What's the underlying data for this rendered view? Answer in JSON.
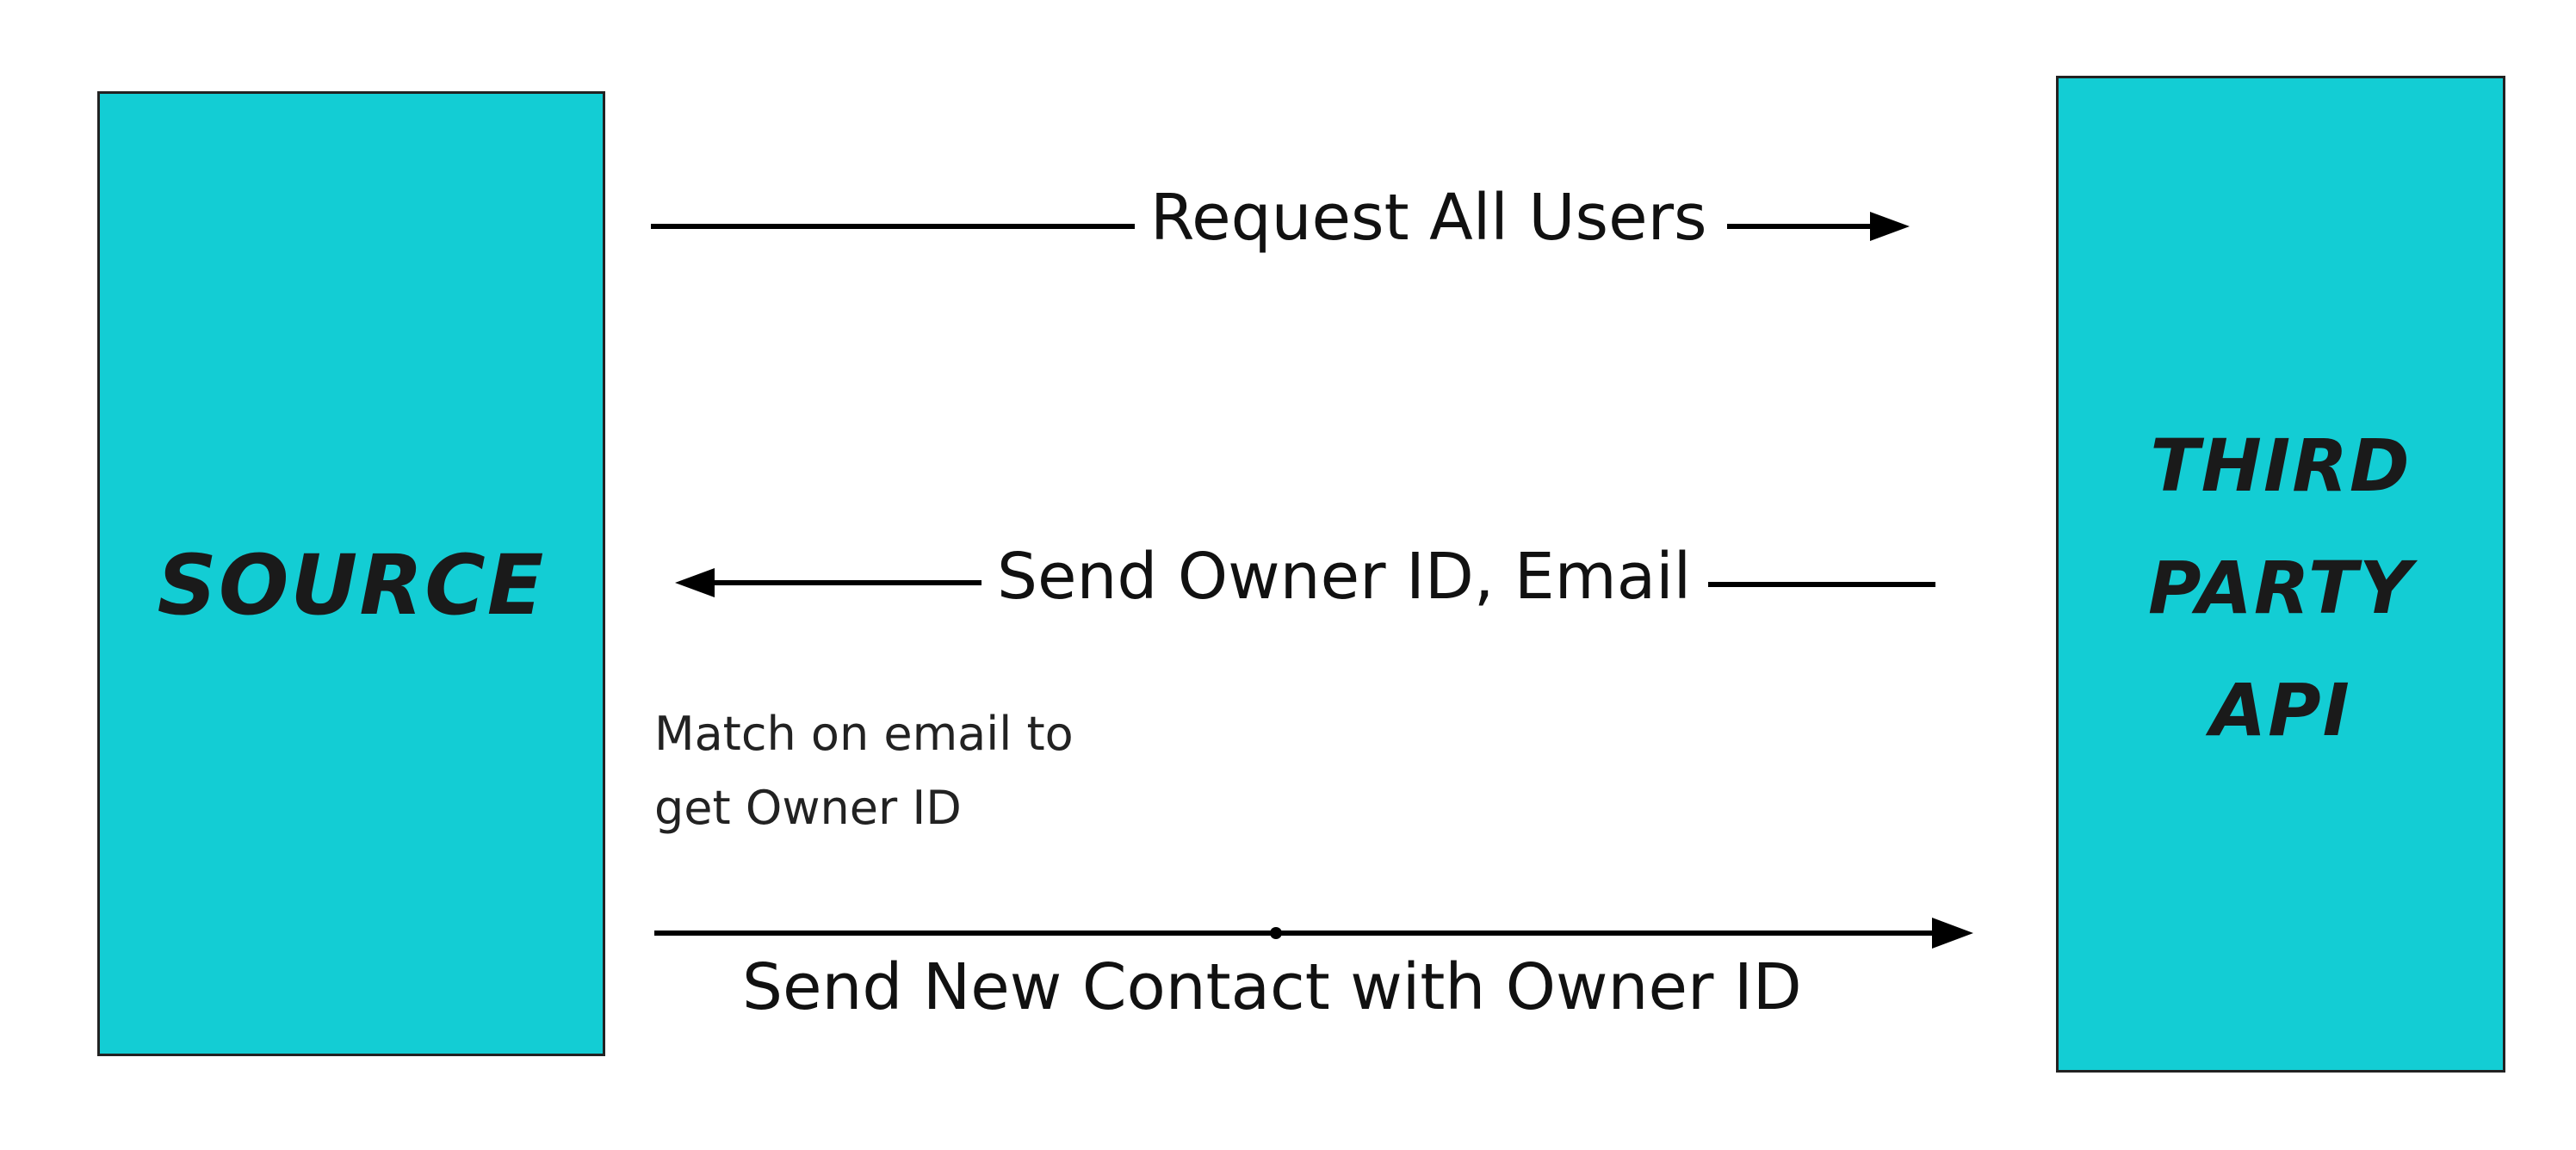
{
  "source": {
    "label": "SOURCE"
  },
  "third_party": {
    "label_line1": "THIRD",
    "label_line2": "PARTY",
    "label_line3": "API"
  },
  "messages": {
    "request_all_users": "Request All Users",
    "send_owner_id_email": "Send Owner ID, Email",
    "send_new_contact": "Send New Contact with Owner ID"
  },
  "note": {
    "line1": "Match on email to",
    "line2": "get Owner ID"
  },
  "colors": {
    "box_fill": "#13CDD4",
    "box_border": "#222222",
    "line": "#000000"
  }
}
